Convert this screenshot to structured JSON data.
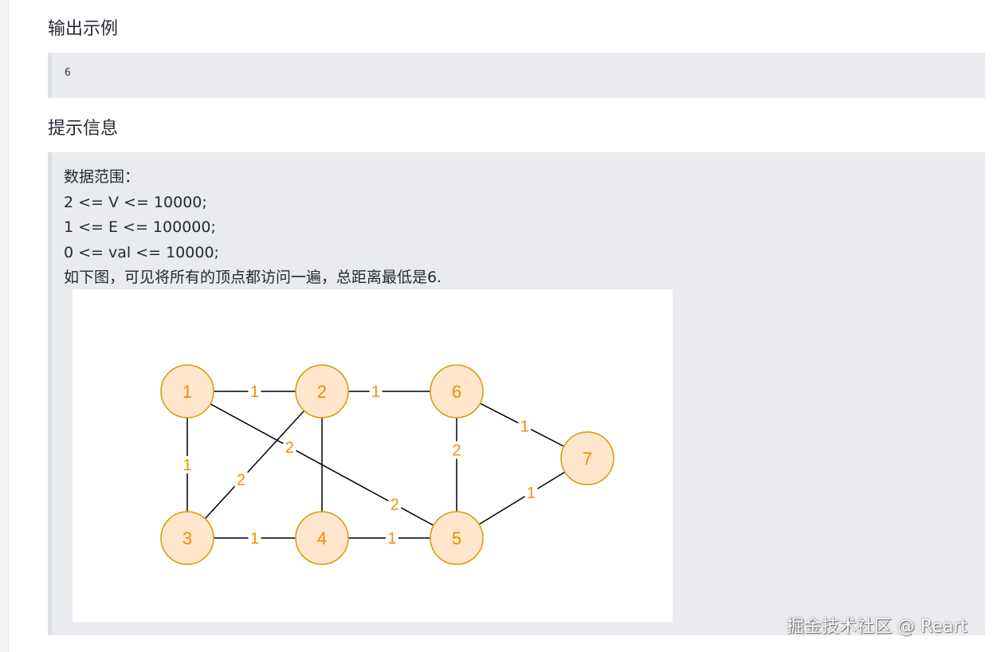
{
  "sections": {
    "output": {
      "heading": "输出示例",
      "value": "6"
    },
    "hint": {
      "heading": "提示信息",
      "lines": [
        "数据范围：",
        "2 <= V <= 10000;",
        "1 <= E <= 100000;",
        "0 <= val <= 10000;",
        "如下图，可见将所有的顶点都访问一遍，总距离最低是6."
      ]
    }
  },
  "graph": {
    "nodes": [
      "1",
      "2",
      "3",
      "4",
      "5",
      "6",
      "7"
    ],
    "edges": [
      {
        "from": "1",
        "to": "2",
        "weight": "1"
      },
      {
        "from": "2",
        "to": "6",
        "weight": "1"
      },
      {
        "from": "6",
        "to": "7",
        "weight": "1"
      },
      {
        "from": "1",
        "to": "3",
        "weight": "1"
      },
      {
        "from": "2",
        "to": "3",
        "weight": "2"
      },
      {
        "from": "1",
        "to": "5",
        "weight": "2"
      },
      {
        "from": "2",
        "to": "4",
        "weight": ""
      },
      {
        "from": "6",
        "to": "5",
        "weight": "2"
      },
      {
        "from": "5",
        "to": "7",
        "weight": "1"
      },
      {
        "from": "3",
        "to": "4",
        "weight": "1"
      },
      {
        "from": "4",
        "to": "5",
        "weight": "1"
      }
    ],
    "colors": {
      "node_fill": "#ffe6cc",
      "node_stroke": "#d79b00",
      "label": "#f08c00",
      "edge": "#000000"
    }
  },
  "watermark": "掘金技术社区 @ Reart"
}
